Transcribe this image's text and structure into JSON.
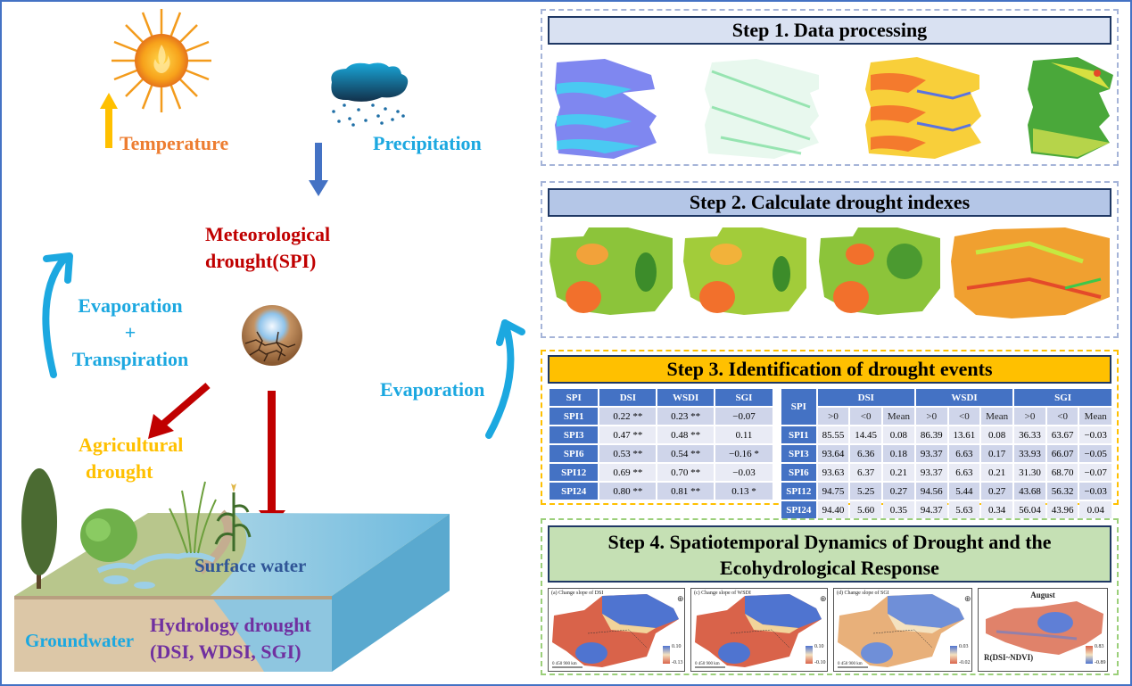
{
  "diagram": {
    "left": {
      "temperature": "Temperature",
      "precipitation": "Precipitation",
      "meteorological_line1": "Meteorological",
      "meteorological_line2": "drought(SPI)",
      "evap_transp_line1": "Evaporation",
      "evap_transp_line2": "+",
      "evap_transp_line3": "Transpiration",
      "evaporation": "Evaporation",
      "agricultural_line1": "Agricultural",
      "agricultural_line2": "drought",
      "surface_water": "Surface water",
      "groundwater": "Groundwater",
      "hydrology_line1": "Hydrology drought",
      "hydrology_line2": "(DSI, WDSI, SGI)",
      "icons": [
        "sun-icon",
        "rain-cloud-icon",
        "cracked-earth-icon",
        "landscape-illustration"
      ]
    },
    "colors": {
      "frame": "#4472c4",
      "temperature": "#ed7d31",
      "water_text": "#1ca8e0",
      "meteorological": "#c00000",
      "agricultural": "#ffc000",
      "surface_water": "#2f5597",
      "hydrology": "#7030a0",
      "step1_fill": "#d9e1f2",
      "step2_fill": "#b4c6e7",
      "step3_fill": "#ffc000",
      "step4_fill": "#c5e0b4",
      "table_header": "#4472c4"
    },
    "steps": [
      {
        "title": "Step 1. Data processing"
      },
      {
        "title": "Step 2. Calculate drought indexes"
      },
      {
        "title": "Step 3. Identification of drought events"
      },
      {
        "title_line1": "Step 4. Spatiotemporal Dynamics of Drought and the",
        "title_line2": "Ecohydrological Response"
      }
    ],
    "table1": {
      "headers": [
        "SPI",
        "DSI",
        "WSDI",
        "SGI"
      ],
      "rows": [
        [
          "SPI1",
          "0.22 **",
          "0.23 **",
          "−0.07"
        ],
        [
          "SPI3",
          "0.47 **",
          "0.48 **",
          "0.11"
        ],
        [
          "SPI6",
          "0.53 **",
          "0.54 **",
          "−0.16 *"
        ],
        [
          "SPI12",
          "0.69 **",
          "0.70 **",
          "−0.03"
        ],
        [
          "SPI24",
          "0.80 **",
          "0.81 **",
          "0.13 *"
        ]
      ]
    },
    "table2": {
      "corner": "SPI",
      "groups": [
        "DSI",
        "WSDI",
        "SGI"
      ],
      "subheaders": [
        ">0",
        "<0",
        "Mean",
        ">0",
        "<0",
        "Mean",
        ">0",
        "<0",
        "Mean"
      ],
      "rows": [
        [
          "SPI1",
          "85.55",
          "14.45",
          "0.08",
          "86.39",
          "13.61",
          "0.08",
          "36.33",
          "63.67",
          "−0.03"
        ],
        [
          "SPI3",
          "93.64",
          "6.36",
          "0.18",
          "93.37",
          "6.63",
          "0.17",
          "33.93",
          "66.07",
          "−0.05"
        ],
        [
          "SPI6",
          "93.63",
          "6.37",
          "0.21",
          "93.37",
          "6.63",
          "0.21",
          "31.30",
          "68.70",
          "−0.07"
        ],
        [
          "SPI12",
          "94.75",
          "5.25",
          "0.27",
          "94.56",
          "5.44",
          "0.27",
          "43.68",
          "56.32",
          "−0.03"
        ],
        [
          "SPI24",
          "94.40",
          "5.60",
          "0.35",
          "94.37",
          "5.63",
          "0.34",
          "56.04",
          "43.96",
          "0.04"
        ]
      ]
    },
    "step4_maps": [
      {
        "caption": "(a) Change slope of DSI",
        "cb_max": "0.10",
        "cb_min": "-0.13",
        "scale": "0   450   900 km"
      },
      {
        "caption": "(c) Change slope of WSDI",
        "cb_max": "0.10",
        "cb_min": "-0.10",
        "scale": "0   450   900 km"
      },
      {
        "caption": "(d) Change slope of SGI",
        "cb_max": "0.03",
        "cb_min": "-0.02",
        "scale": "0   450   900 km"
      },
      {
        "caption": "August",
        "cb_max": "0.83",
        "cb_min": "-0.89",
        "label": "R(DSI~NDVI)"
      }
    ]
  }
}
